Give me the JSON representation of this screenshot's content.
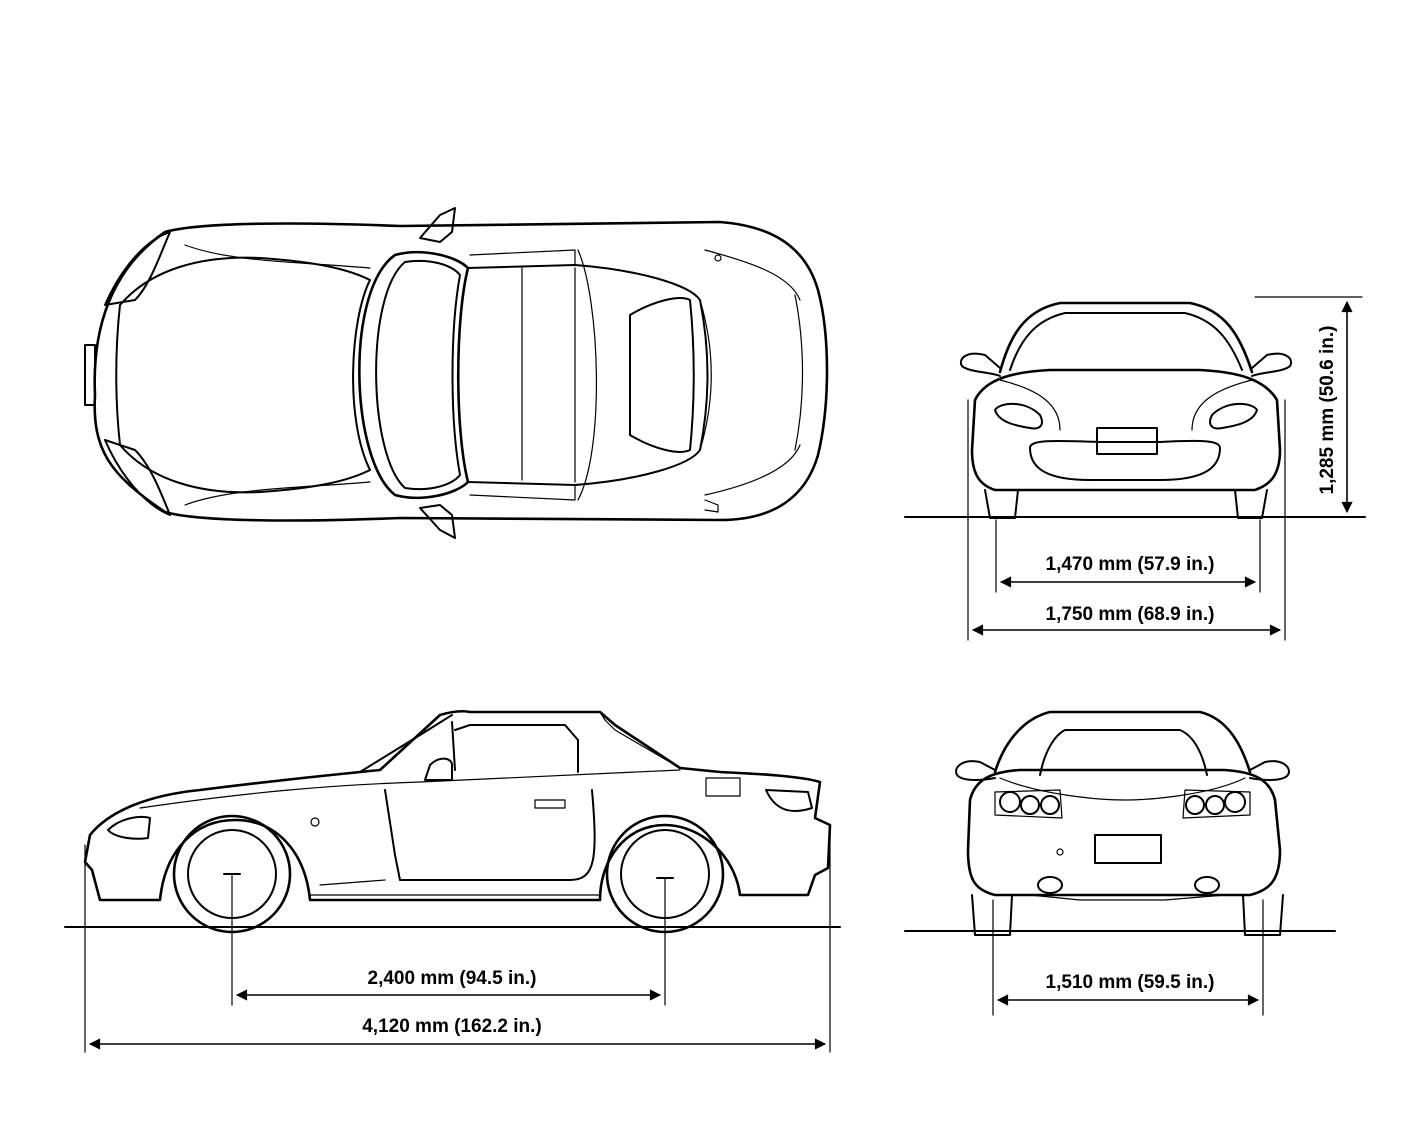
{
  "dimensions": {
    "overall_height": "1,285 mm (50.6 in.)",
    "front_track": "1,470 mm (57.9 in.)",
    "overall_width": "1,750 mm (68.9 in.)",
    "wheelbase": "2,400 mm (94.5 in.)",
    "overall_length": "4,120 mm (162.2 in.)",
    "rear_track": "1,510 mm (59.5 in.)"
  },
  "views": [
    "top-view",
    "front-view",
    "side-view",
    "rear-view"
  ],
  "line_color": "#000000",
  "background_color": "#ffffff"
}
